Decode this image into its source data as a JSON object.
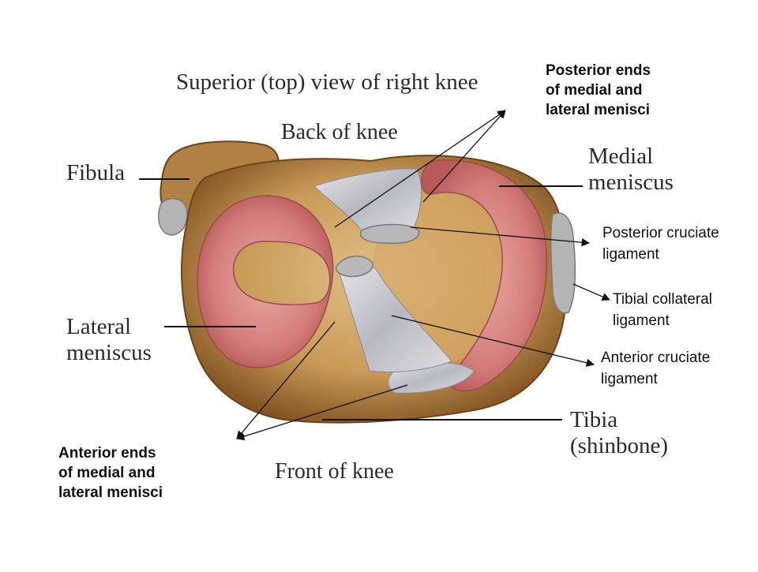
{
  "diagram": {
    "title": "Superior (top) view of right knee",
    "orientation": {
      "back": "Back of knee",
      "front": "Front of knee"
    },
    "labels": {
      "fibula": "Fibula",
      "lateral_meniscus": "Lateral\nmeniscus",
      "medial_meniscus": "Medial\nmeniscus",
      "tibia": "Tibia\n(shinbone)",
      "posterior_ends": "Posterior ends\nof medial and\nlateral menisci",
      "anterior_ends": "Anterior ends\nof medial and\nlateral menisci",
      "posterior_cruciate": "Posterior cruciate\nligament",
      "tibial_collateral": "Tibial collateral\nligament",
      "anterior_cruciate": "Anterior cruciate\nligament"
    },
    "colors": {
      "bone": "#c9a063",
      "bone_dark": "#8a5a23",
      "meniscus": "#d98a8a",
      "meniscus_light": "#f0c4bf",
      "ligament": "#c9c9cf",
      "cut_bone": "#b8b8b8",
      "line": "#111111"
    }
  }
}
